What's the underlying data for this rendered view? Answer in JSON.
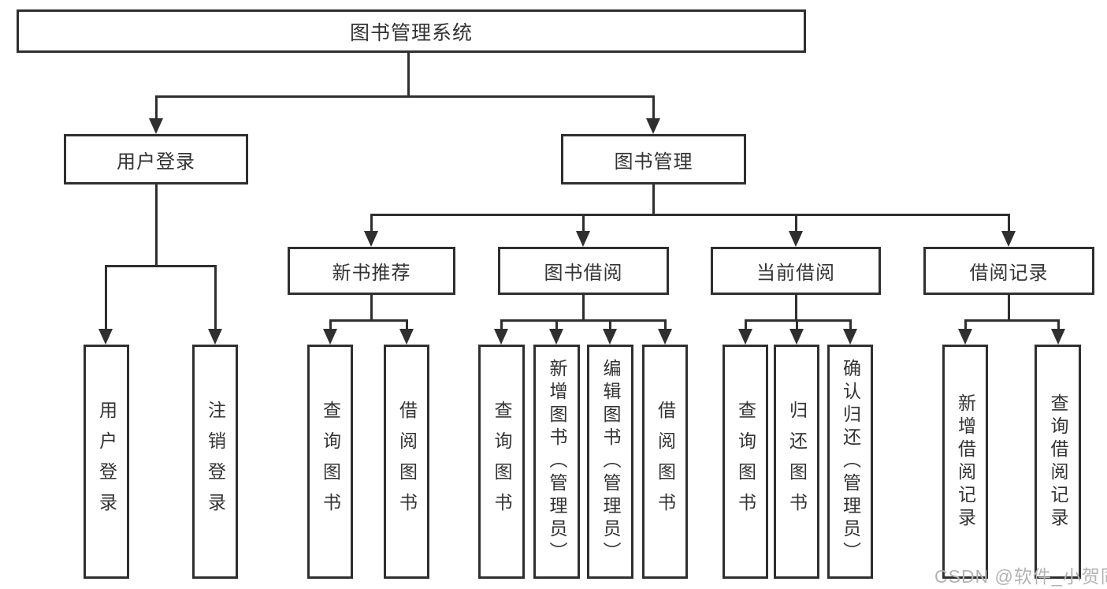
{
  "diagram": {
    "root": {
      "label": "图书管理系统"
    },
    "level2": {
      "user_login": {
        "label": "用户登录"
      },
      "book_mgmt": {
        "label": "图书管理"
      }
    },
    "level3": {
      "new_books": {
        "label": "新书推荐"
      },
      "borrowing": {
        "label": "图书借阅"
      },
      "current": {
        "label": "当前借阅"
      },
      "records": {
        "label": "借阅记录"
      }
    },
    "leaves": {
      "user_login": [
        "用户登录",
        "注销登录"
      ],
      "new_books": [
        "查询图书",
        "借阅图书"
      ],
      "borrowing": [
        "查询图书",
        "新增图书（管理员）",
        "编辑图书（管理员）",
        "借阅图书"
      ],
      "current": [
        "查询图书",
        "归还图书",
        "确认归还（管理员）"
      ],
      "records": [
        "新增借阅记录",
        "查询借阅记录"
      ]
    },
    "watermark": "CSDN @软件_小贺同学",
    "colors": {
      "line": "#2f2f2f",
      "text": "#333333",
      "watermark": "#b3b3b3",
      "background": "#ffffff"
    }
  }
}
